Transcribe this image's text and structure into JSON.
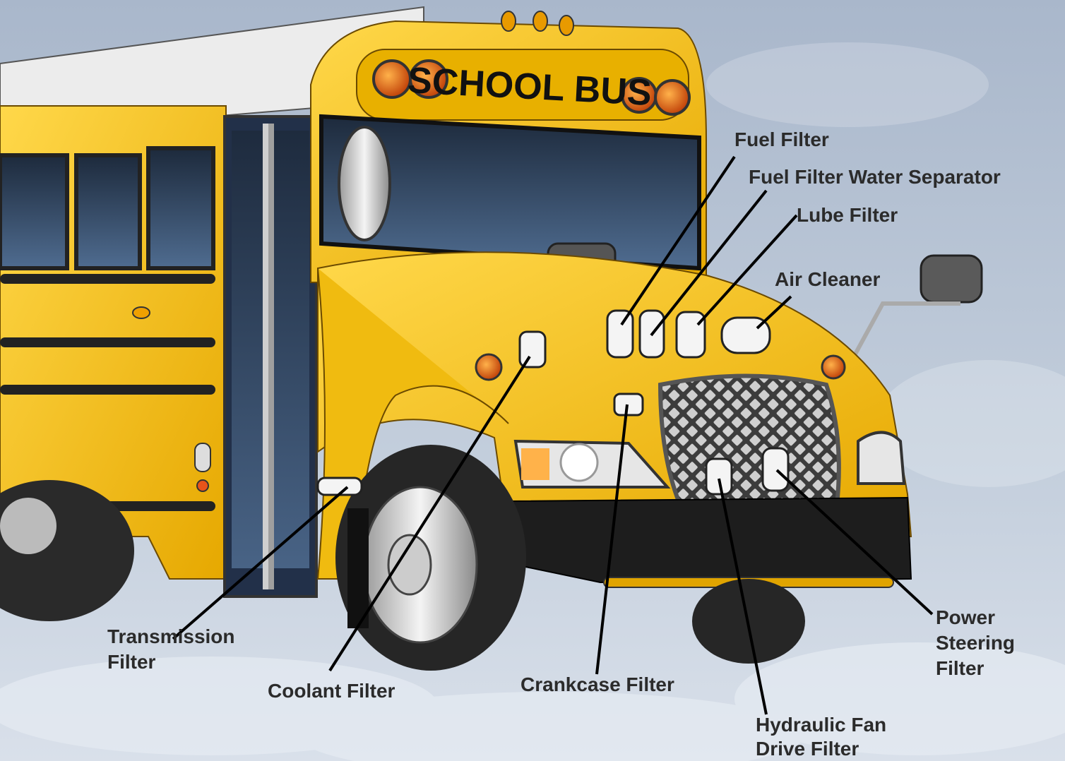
{
  "bus": {
    "sign_text": "SCHOOL BUS"
  },
  "callouts": {
    "fuel_filter": "Fuel Filter",
    "fuel_filter_water_separator": "Fuel Filter Water Separator",
    "lube_filter": "Lube Filter",
    "air_cleaner": "Air Cleaner",
    "transmission_filter_line1": "Transmission",
    "transmission_filter_line2": "Filter",
    "coolant_filter": "Coolant Filter",
    "crankcase_filter": "Crankcase Filter",
    "hydraulic_fan_drive_filter_line1": "Hydraulic Fan",
    "hydraulic_fan_drive_filter_line2": "Drive Filter",
    "power_steering_filter_line1": "Power",
    "power_steering_filter_line2": "Steering",
    "power_steering_filter_line3": "Filter"
  },
  "colors": {
    "bus_yellow": "#f4c20d",
    "label_text": "#2b2b2b",
    "sky": "#b9c6d8"
  }
}
